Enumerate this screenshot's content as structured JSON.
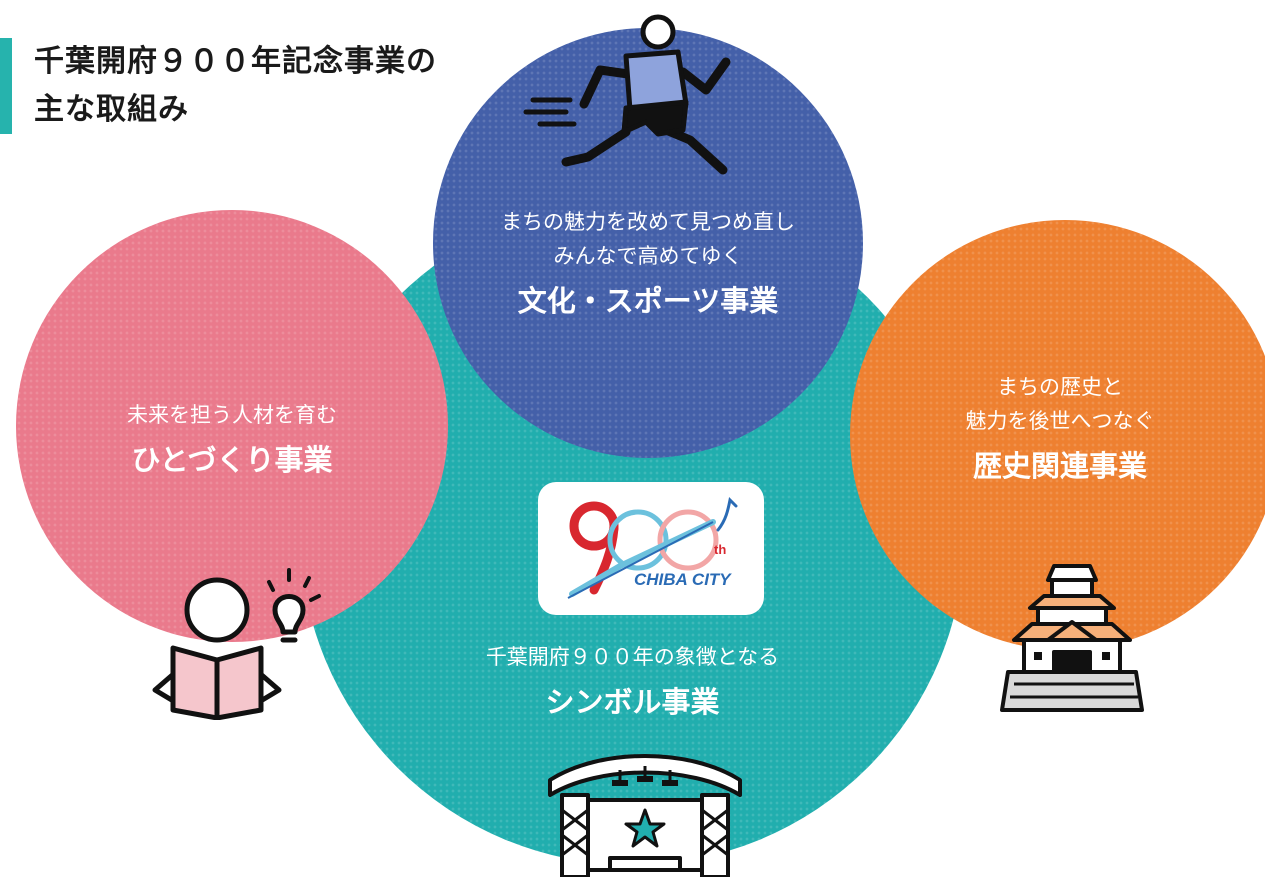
{
  "title": {
    "line1": "千葉開府９００年記念事業の",
    "line2": "主な取組み"
  },
  "culture": {
    "sub1": "まちの魅力を改めて見つめ直し",
    "sub2": "みんなで高めてゆく",
    "name": "文化・スポーツ事業",
    "color": "#4460a9",
    "icon": "runner-icon"
  },
  "people": {
    "sub1": "未来を担う人材を育む",
    "name": "ひとづくり事業",
    "color": "#ea7a8c",
    "icon": "reading-person-icon"
  },
  "history": {
    "sub1": "まちの歴史と",
    "sub2": "魅力を後世へつなぐ",
    "name": "歴史関連事業",
    "color": "#ee8030",
    "icon": "castle-icon"
  },
  "symbol": {
    "sub1": "千葉開府９００年の象徴となる",
    "name": "シンボル事業",
    "color": "#21aeae",
    "icon": "stage-icon"
  },
  "logo": {
    "text": "CHIBA CITY",
    "superscript": "th"
  }
}
